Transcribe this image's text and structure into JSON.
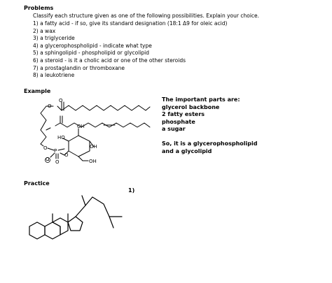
{
  "problems": {
    "heading": "Problems",
    "intro": "Classify each structure given as one of the following possibilities. Explain your choice.",
    "items": [
      "1) a fatty acid - if so, give its standard designation (18:1 Δ9 for oleic acid)",
      "2) a wax",
      "3) a triglyceride",
      "4) a glycerophospholipid - indicate what type",
      "5) a sphingolipid - phospholipid or glycolipid",
      "6) a steroid - is it a cholic acid or one of the other steroids",
      "7) a prostaglandin or thromboxane",
      "8) a leukotriene"
    ]
  },
  "example": {
    "heading": "Example",
    "atoms": {
      "o1": "O",
      "o2": "O",
      "oh1": "OH",
      "ho": "HO",
      "o3": "O",
      "p": "P",
      "o4": "O",
      "o5": "O",
      "o_neg": "O",
      "minus": "−",
      "oh2": "OH"
    },
    "notes": {
      "lines": [
        "The important parts are:",
        "glycerol backbone",
        "2 fatty esters",
        "phosphate",
        "a sugar"
      ],
      "conclusion": [
        "So, it is a glycerophospholipid",
        "and a glycolipid"
      ]
    }
  },
  "practice": {
    "heading": "Practice",
    "number": "1)"
  }
}
